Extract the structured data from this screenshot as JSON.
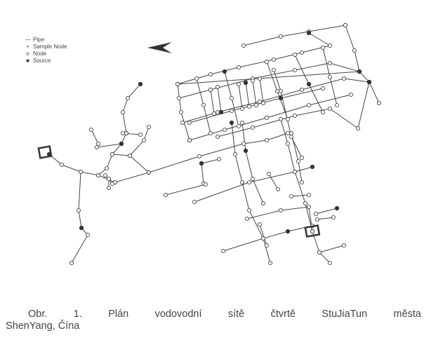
{
  "figure": {
    "legend": {
      "pipe": "Pipe",
      "sample_node": "Sample Node",
      "node": "Node",
      "source": "Source"
    },
    "north_arrow_icon": "arrow-left-icon",
    "caption_line1": "Obr. 1. Plán vodovodní sítě čtvrtě StuJiaTun města",
    "caption_line2": "ShenYang, Čína"
  }
}
